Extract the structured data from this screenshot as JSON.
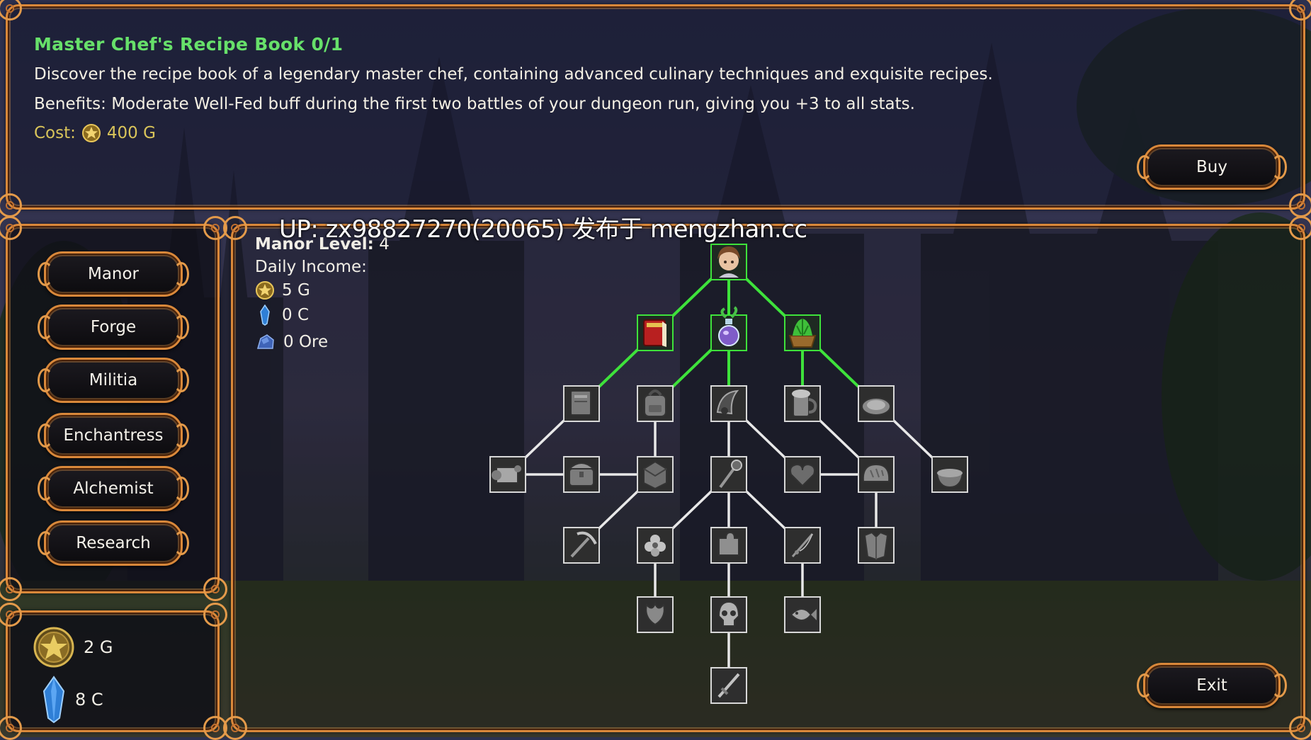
{
  "item": {
    "title": "Master Chef's Recipe Book 0/1",
    "description": "Discover the recipe book of a legendary master chef, containing advanced culinary techniques and exquisite recipes.",
    "benefits": "Benefits: Moderate Well-Fed buff during the first two battles of your dungeon run, giving you +3 to all stats.",
    "cost_label": "Cost:",
    "cost_value": "400 G"
  },
  "buttons": {
    "buy": "Buy",
    "exit": "Exit"
  },
  "nav": {
    "items": [
      {
        "id": "manor",
        "label": "Manor"
      },
      {
        "id": "forge",
        "label": "Forge"
      },
      {
        "id": "militia",
        "label": "Militia"
      },
      {
        "id": "enchantress",
        "label": "Enchantress"
      },
      {
        "id": "alchemist",
        "label": "Alchemist"
      },
      {
        "id": "research",
        "label": "Research"
      }
    ]
  },
  "resources": {
    "gold": "2 G",
    "crystal": "8 C"
  },
  "manor": {
    "level_label": "Manor Level:",
    "level_value": "4",
    "income_label": "Daily Income:",
    "income_gold": "5 G",
    "income_crystal": "0 C",
    "income_ore": "0 Ore"
  },
  "watermark": "UP: zx98827270(20065) 发布于 mengzhan.cc",
  "colors": {
    "accent": "#d9883a",
    "title_green": "#67e06a",
    "cost_gold": "#d9c45a",
    "path_active": "#3ee23b",
    "path_inactive": "#e8e8e8"
  },
  "tree": {
    "nodes": [
      {
        "id": "chef",
        "icon": "chef-portrait-icon",
        "unlocked": true
      },
      {
        "id": "recipe-book",
        "icon": "red-book-icon",
        "unlocked": true
      },
      {
        "id": "potion",
        "icon": "potion-flask-icon",
        "unlocked": true
      },
      {
        "id": "herb-basket",
        "icon": "herb-basket-icon",
        "unlocked": true
      },
      {
        "id": "tome",
        "icon": "tome-icon",
        "unlocked": false
      },
      {
        "id": "backpack",
        "icon": "backpack-icon",
        "unlocked": false
      },
      {
        "id": "horn",
        "icon": "horn-icon",
        "unlocked": false
      },
      {
        "id": "tankard",
        "icon": "tankard-icon",
        "unlocked": false
      },
      {
        "id": "dish",
        "icon": "dish-icon",
        "unlocked": false
      },
      {
        "id": "scroll",
        "icon": "scroll-icon",
        "unlocked": false
      },
      {
        "id": "chest",
        "icon": "chest-icon",
        "unlocked": false
      },
      {
        "id": "crate",
        "icon": "crate-icon",
        "unlocked": false
      },
      {
        "id": "mace",
        "icon": "mace-icon",
        "unlocked": false
      },
      {
        "id": "heart-bag",
        "icon": "heart-bag-icon",
        "unlocked": false
      },
      {
        "id": "bread",
        "icon": "bread-icon",
        "unlocked": false
      },
      {
        "id": "soup-bowl",
        "icon": "soup-bowl-icon",
        "unlocked": false
      },
      {
        "id": "pickaxe",
        "icon": "pickaxe-icon",
        "unlocked": false
      },
      {
        "id": "flower",
        "icon": "flower-icon",
        "unlocked": false
      },
      {
        "id": "puzzle",
        "icon": "puzzle-icon",
        "unlocked": false
      },
      {
        "id": "fishing-rod",
        "icon": "fishing-rod-icon",
        "unlocked": false
      },
      {
        "id": "armor",
        "icon": "armor-icon",
        "unlocked": false
      },
      {
        "id": "lotus",
        "icon": "lotus-icon",
        "unlocked": false
      },
      {
        "id": "skull",
        "icon": "skull-icon",
        "unlocked": false
      },
      {
        "id": "fish",
        "icon": "fish-icon",
        "unlocked": false
      },
      {
        "id": "sword",
        "icon": "sword-icon",
        "unlocked": false
      }
    ]
  }
}
